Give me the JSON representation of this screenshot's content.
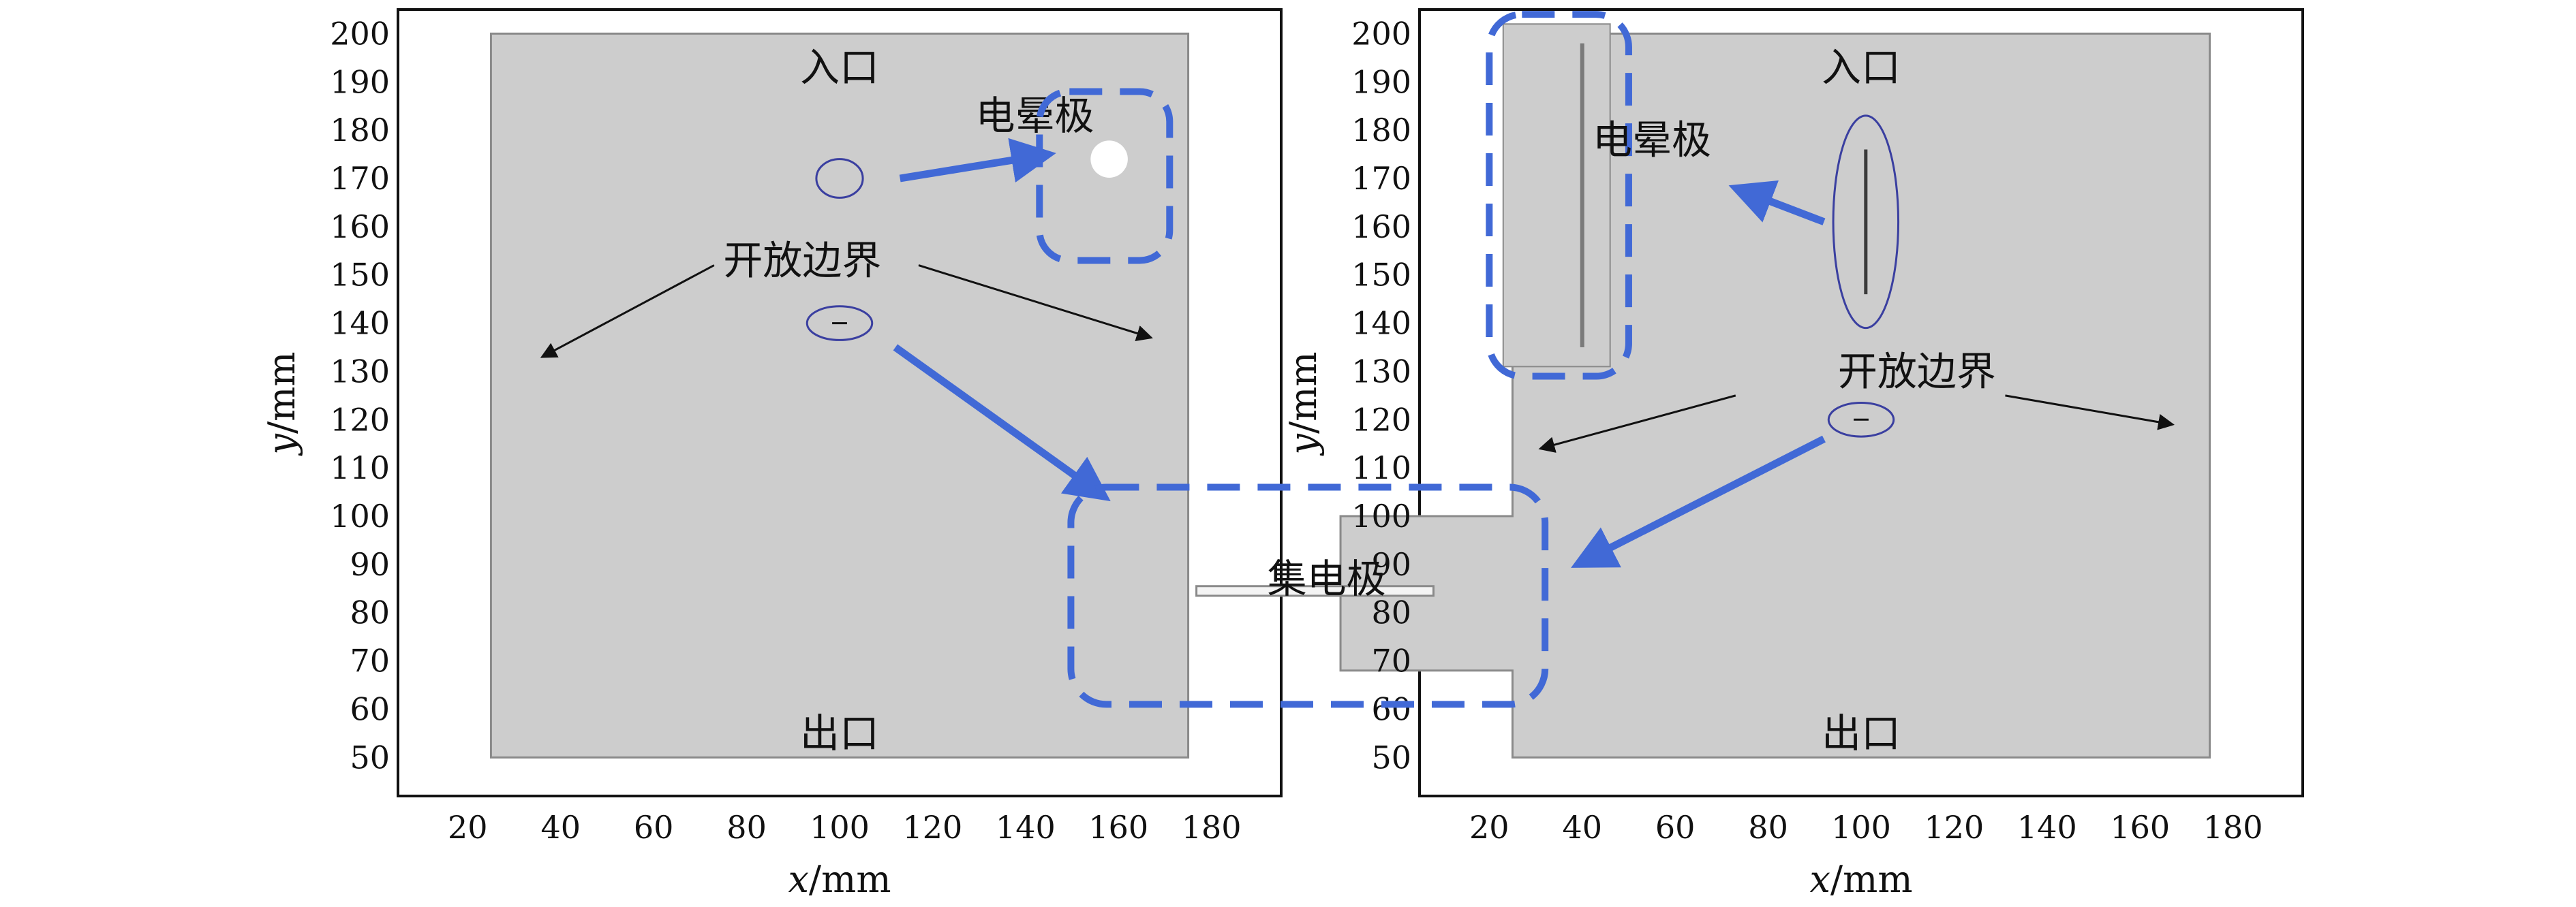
{
  "colors": {
    "domain_fill": "#cdcdcd",
    "domain_edge": "#8a8a8a",
    "callout": "#4169d6",
    "ellipse": "#3a3fa0",
    "arrow_black": "#111111",
    "frame": "#111111"
  },
  "chart_data": [
    {
      "type": "diagram",
      "panel": "left",
      "xlabel_var": "x",
      "xlabel_unit": "/mm",
      "ylabel_var": "y",
      "ylabel_unit": "/mm",
      "xlim": [
        5,
        195
      ],
      "ylim": [
        42,
        205
      ],
      "x_ticks": [
        20,
        40,
        60,
        80,
        100,
        120,
        140,
        160,
        180
      ],
      "y_ticks": [
        50,
        60,
        70,
        80,
        90,
        100,
        110,
        120,
        130,
        140,
        150,
        160,
        170,
        180,
        190,
        200
      ],
      "domain_polygon": [
        [
          25,
          50
        ],
        [
          175,
          50
        ],
        [
          175,
          200
        ],
        [
          25,
          200
        ]
      ],
      "labels": {
        "inlet": "入口",
        "outlet": "出口",
        "corona": "电晕极",
        "open_boundary": "开放边界"
      },
      "inlet_at": [
        100,
        193
      ],
      "outlet_at": [
        100,
        55
      ],
      "corona_label_at": [
        142,
        183
      ],
      "open_boundary_label_at": [
        92,
        153
      ],
      "ellipses": [
        {
          "cx": 100,
          "cy": 170,
          "rx": 5,
          "ry": 4
        },
        {
          "cx": 100,
          "cy": 140,
          "rx": 7,
          "ry": 3.5
        }
      ],
      "inset_box": {
        "x0": 143,
        "y0": 153,
        "x1": 171,
        "y1": 188
      },
      "inset_hole": {
        "cx": 158,
        "cy": 174,
        "r": 4
      },
      "blue_arrows": [
        {
          "from": [
            113,
            170
          ],
          "to": [
            145,
            175
          ]
        },
        {
          "from": [
            112,
            135
          ],
          "to": [
            157,
            104
          ]
        }
      ],
      "black_arrows": [
        {
          "from": [
            73,
            152
          ],
          "to": [
            36,
            133
          ]
        },
        {
          "from": [
            117,
            152
          ],
          "to": [
            167,
            137
          ]
        }
      ]
    },
    {
      "type": "diagram",
      "panel": "right",
      "xlabel_var": "x",
      "xlabel_unit": "/mm",
      "ylabel_var": "y",
      "ylabel_unit": "/mm",
      "xlim": [
        5,
        195
      ],
      "ylim": [
        42,
        205
      ],
      "x_ticks": [
        20,
        40,
        60,
        80,
        100,
        120,
        140,
        160,
        180
      ],
      "y_ticks": [
        50,
        60,
        70,
        80,
        90,
        100,
        110,
        120,
        130,
        140,
        150,
        160,
        170,
        180,
        190,
        200
      ],
      "domain_polygon": [
        [
          25,
          50
        ],
        [
          175,
          50
        ],
        [
          175,
          200
        ],
        [
          25,
          200
        ],
        [
          25,
          100
        ],
        [
          -12,
          100
        ],
        [
          -12,
          68
        ],
        [
          25,
          68
        ]
      ],
      "labels": {
        "inlet": "入口",
        "outlet": "出口",
        "corona": "电晕极",
        "open_boundary": "开放边界",
        "collector": "集电极"
      },
      "inlet_at": [
        100,
        193
      ],
      "outlet_at": [
        100,
        55
      ],
      "corona_label_at": [
        55,
        178
      ],
      "open_boundary_label_at": [
        112,
        130
      ],
      "collector_label_at": [
        -15,
        87
      ],
      "ellipses": [
        {
          "cx": 101,
          "cy": 161,
          "rx": 7,
          "ry": 22
        },
        {
          "cx": 100,
          "cy": 120,
          "rx": 7,
          "ry": 3.5
        }
      ],
      "corona_wire": {
        "x": 101,
        "y0": 146,
        "y1": 176
      },
      "inset_panel": {
        "x0": 23,
        "y0": 131,
        "x1": 46,
        "y1": 202
      },
      "inset_wire": {
        "x": 40,
        "y0": 135,
        "y1": 198
      },
      "inset_box": {
        "x0": 20,
        "y0": 129,
        "x1": 50,
        "y1": 204
      },
      "collector_box": {
        "x0": -70,
        "y0": 61,
        "x1": 32,
        "y1": 106
      },
      "collector_plate": {
        "x0": -43,
        "x1": 8,
        "y0": 83.5,
        "y1": 85.5
      },
      "blue_arrows": [
        {
          "from": [
            92,
            161
          ],
          "to": [
            73,
            168
          ]
        },
        {
          "from": [
            92,
            116
          ],
          "to": [
            39,
            90
          ]
        }
      ],
      "black_arrows": [
        {
          "from": [
            73,
            125
          ],
          "to": [
            31,
            114
          ]
        },
        {
          "from": [
            131,
            125
          ],
          "to": [
            167,
            119
          ]
        }
      ]
    }
  ]
}
